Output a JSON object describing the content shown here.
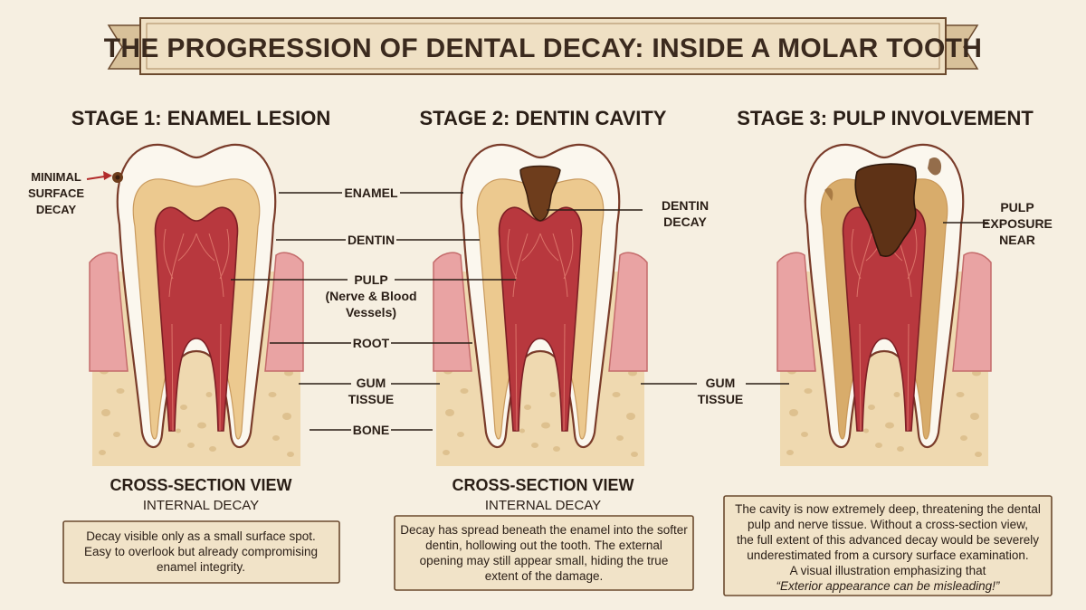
{
  "title": "THE PROGRESSION OF DENTAL DECAY: INSIDE A MOLAR TOOTH",
  "stages": [
    {
      "title": "STAGE 1: ENAMEL LESION",
      "callout": [
        "MINIMAL",
        "SURFACE",
        "DECAY"
      ],
      "view_title": "CROSS-SECTION VIEW",
      "view_sub": "INTERNAL DECAY",
      "description": [
        "Decay visible only as a small surface spot.",
        "Easy to overlook but already compromising",
        "enamel integrity."
      ]
    },
    {
      "title": "STAGE 2: DENTIN CAVITY",
      "callout": [
        "DENTIN",
        "DECAY"
      ],
      "view_title": "CROSS-SECTION VIEW",
      "view_sub": "INTERNAL DECAY",
      "description": [
        "Decay has spread beneath the enamel into the softer",
        "dentin, hollowing out the tooth. The external",
        "opening may still appear small, hiding the true",
        "extent of the damage."
      ]
    },
    {
      "title": "STAGE 3: PULP INVOLVEMENT",
      "callout": [
        "PULP",
        "EXPOSURE",
        "NEAR"
      ],
      "description": [
        "The cavity is now extremely deep, threatening the dental",
        "pulp and nerve tissue. Without a cross-section view,",
        "the full extent of this advanced decay would be severely",
        "underestimated from a cursory surface examination.",
        "A visual illustration emphasizing that"
      ],
      "quote": "“Exterior appearance can be misleading!”"
    }
  ],
  "anatomy_labels": {
    "enamel": "ENAMEL",
    "dentin": "DENTIN",
    "pulp": [
      "PULP",
      "(Nerve & Blood",
      "Vessels)"
    ],
    "root": "ROOT",
    "gum": [
      "GUM",
      "TISSUE"
    ],
    "bone": "BONE"
  },
  "gum_label_right": [
    "GUM",
    "TISSUE"
  ],
  "colors": {
    "enamel": "#fbf7ee",
    "dentin": "#ecc98f",
    "pulp": "#b8383e",
    "gum": "#e9a3a3",
    "bone": "#efd9b0",
    "decay": "#6e3d1c",
    "banner": "#efe0c4"
  }
}
